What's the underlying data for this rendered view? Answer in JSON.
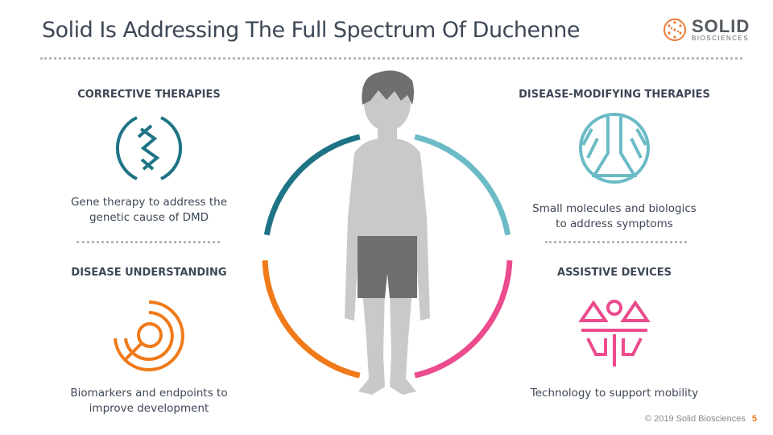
{
  "title": "Solid Is Addressing The Full Spectrum Of Duchenne",
  "logo": {
    "main": "SOLID",
    "sub": "BIOSCIENCES"
  },
  "sections": [
    {
      "heading": "CORRECTIVE  THERAPIES",
      "description": "Gene therapy to address the genetic cause of DMD",
      "icon": "dna-helix-icon",
      "color": "#1e7484"
    },
    {
      "heading": "DISEASE-MODIFYING THERAPIES",
      "description": "Small molecules and biologics to address symptoms",
      "icon": "flask-icon",
      "color": "#6bbbc6"
    },
    {
      "heading": "DISEASE UNDERSTANDING",
      "description": "Biomarkers and endpoints to improve development",
      "icon": "magnifier-maze-icon",
      "color": "#f07a1a"
    },
    {
      "heading": "ASSISTIVE DEVICES",
      "description": "Technology to support mobility",
      "icon": "person-support-icon",
      "color": "#ec4b8e"
    }
  ],
  "footer": {
    "copyright": "© 2019 Solid Biosciences",
    "page": "5"
  }
}
